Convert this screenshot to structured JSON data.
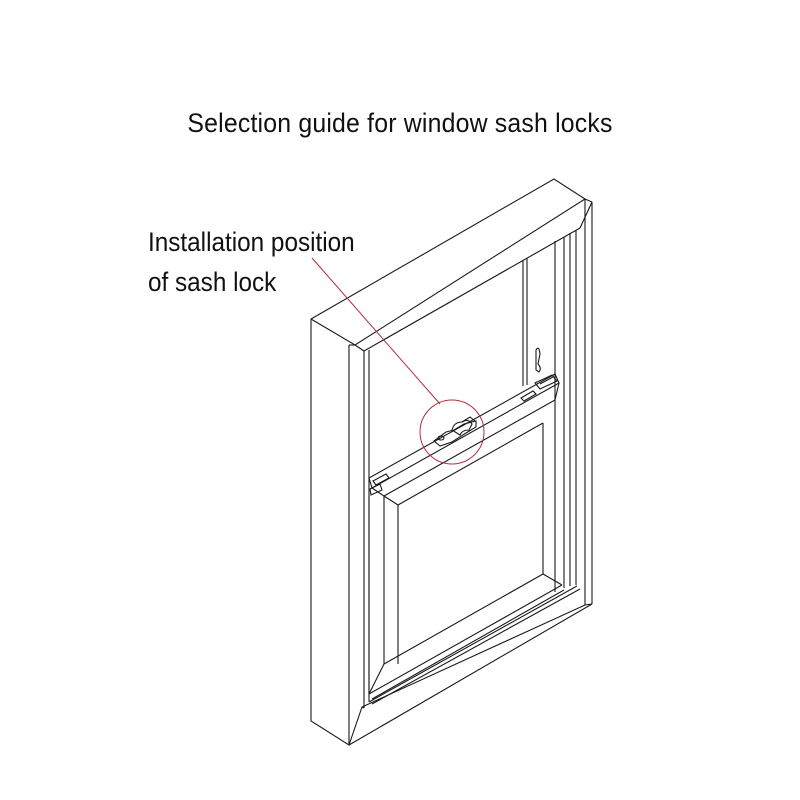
{
  "diagram": {
    "title": "Selection guide for window sash locks",
    "callout": {
      "line1": "Installation position",
      "line2": "of sash lock",
      "color": "#b03040",
      "target": "sash-lock-on-meeting-rail"
    },
    "components": [
      "window-frame",
      "upper-sash",
      "lower-sash",
      "meeting-rail",
      "sash-lock",
      "sash-lift"
    ]
  }
}
